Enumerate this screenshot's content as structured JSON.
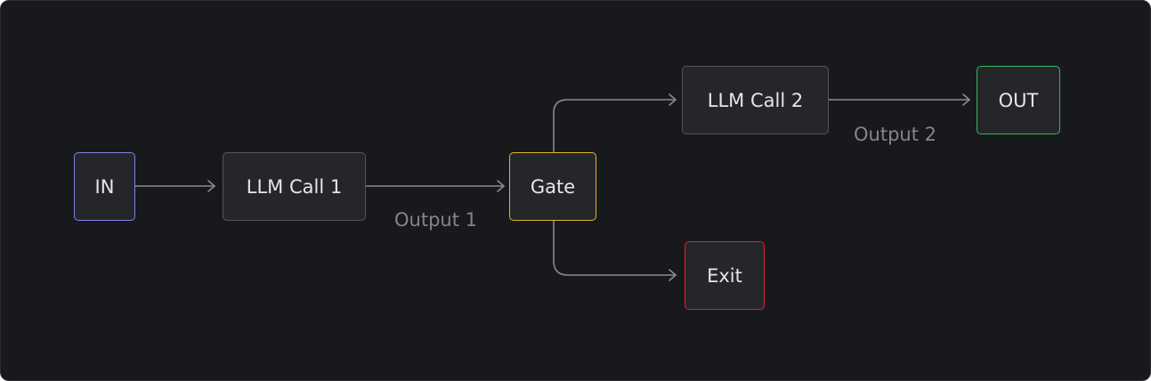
{
  "diagram": {
    "nodes": {
      "in": {
        "label": "IN",
        "border": "#7f83e6"
      },
      "llm1": {
        "label": "LLM Call 1",
        "border": "#55565b"
      },
      "gate": {
        "label": "Gate",
        "border": "#e8b22d"
      },
      "llm2": {
        "label": "LLM Call 2",
        "border": "#55565b"
      },
      "out": {
        "label": "OUT",
        "border": "#35b85a"
      },
      "exit": {
        "label": "Exit",
        "border": "#d9233f"
      }
    },
    "edge_labels": {
      "output1": "Output 1",
      "output2": "Output 2"
    },
    "colors": {
      "background": "#18191d",
      "node_fill": "#25262a",
      "node_text": "#e6e6e8",
      "edge": "#8a8b90",
      "edge_label": "#84858b"
    }
  }
}
